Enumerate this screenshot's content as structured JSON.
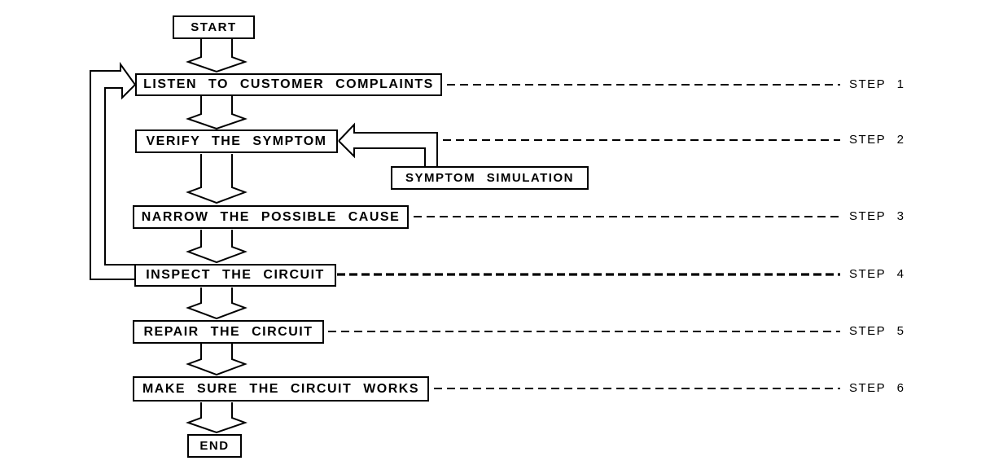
{
  "flowchart": {
    "start_label": "START",
    "end_label": "END",
    "side_box_label": "SYMPTOM SIMULATION",
    "steps": [
      {
        "label": "LISTEN TO CUSTOMER COMPLAINTS",
        "step": "STEP 1"
      },
      {
        "label": "VERIFY THE SYMPTOM",
        "step": "STEP 2"
      },
      {
        "label": "NARROW THE POSSIBLE CAUSE",
        "step": "STEP 3"
      },
      {
        "label": "INSPECT THE CIRCUIT",
        "step": "STEP 4"
      },
      {
        "label": "REPAIR THE CIRCUIT",
        "step": "STEP 5"
      },
      {
        "label": "MAKE SURE THE CIRCUIT WORKS",
        "step": "STEP 6"
      }
    ],
    "colors": {
      "line": "#000000",
      "box_fill": "#ffffff",
      "background": "#ffffff",
      "text": "#000000"
    }
  }
}
